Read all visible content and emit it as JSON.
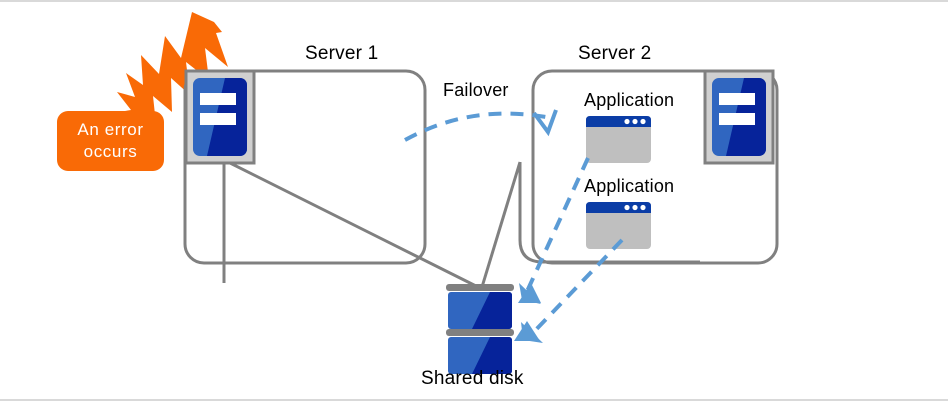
{
  "diagram": {
    "title_alt": "Failover cluster diagram",
    "colors": {
      "error_orange": "#f96a06",
      "server_box_border": "#808080",
      "icon_blue_light": "#3066c0",
      "icon_blue_dark": "#06239a",
      "app_titlebar_blue": "#0b3da6",
      "app_body_gray": "#bfbfbf",
      "arrow_blue": "#5b9bd5",
      "connector_gray": "#808080",
      "disk_bar_gray": "#808080",
      "icon_frame_gray": "#d0d0d0",
      "text_black": "#000000"
    },
    "error_callout": {
      "line1": "An error",
      "line2": "occurs",
      "shape": "burst-zigzag"
    },
    "failover": {
      "label": "Failover",
      "direction": "server1-to-server2",
      "style": "dashed-curved-arrow"
    },
    "servers": [
      {
        "name": "server-1",
        "label": "Server 1",
        "has_server_icon": true,
        "icon_position": "top-left",
        "applications": []
      },
      {
        "name": "server-2",
        "label": "Server 2",
        "has_server_icon": true,
        "icon_position": "top-right",
        "applications": [
          {
            "label": "Application"
          },
          {
            "label": "Application"
          }
        ]
      }
    ],
    "shared_disk": {
      "label": "Shared disk",
      "platters": 2,
      "connected_to": [
        "server-1",
        "server-2"
      ]
    },
    "access_arrows": [
      {
        "from": "application-1",
        "to": "shared-disk",
        "style": "dashed-arrow"
      },
      {
        "from": "application-2",
        "to": "shared-disk",
        "style": "dashed-arrow"
      }
    ]
  }
}
